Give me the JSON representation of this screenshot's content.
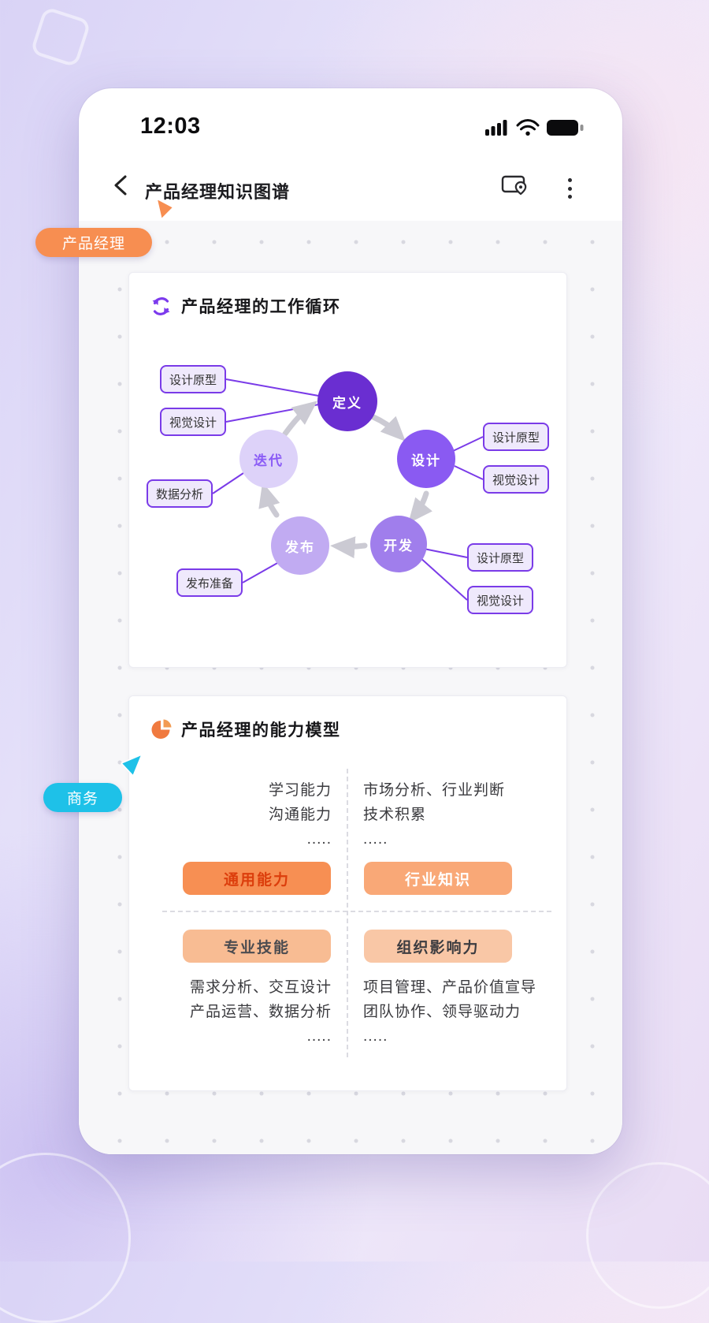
{
  "status_bar": {
    "time": "12:03"
  },
  "nav": {
    "title": "产品经理知识图谱",
    "icons": [
      "back",
      "locate",
      "more"
    ]
  },
  "cursors": {
    "pm": {
      "label": "产品经理",
      "color": "#F78E51"
    },
    "biz": {
      "label": "商务",
      "color": "#1EC1E8"
    }
  },
  "work_cycle_card": {
    "title": "产品经理的工作循环",
    "icon": "cycle-icon",
    "nodes": [
      {
        "label": "定义",
        "color": "#6A2ED1"
      },
      {
        "label": "设计",
        "color": "#8A5AF2"
      },
      {
        "label": "开发",
        "color": "#A07EEC"
      },
      {
        "label": "发布",
        "color": "#C1ABF2"
      },
      {
        "label": "迭代",
        "color": "#DDD2F9"
      }
    ],
    "tags": [
      {
        "label": "设计原型"
      },
      {
        "label": "视觉设计"
      },
      {
        "label": "数据分析"
      },
      {
        "label": "发布准备"
      },
      {
        "label": "设计原型"
      },
      {
        "label": "视觉设计"
      },
      {
        "label": "设计原型"
      },
      {
        "label": "视觉设计"
      }
    ]
  },
  "ability_card": {
    "title": "产品经理的能力模型",
    "icon": "pie-icon",
    "quadrant_labels": [
      {
        "label": "通用能力",
        "color": "#F78F53"
      },
      {
        "label": "行业知识",
        "color": "#F9A877"
      },
      {
        "label": "专业技能",
        "color": "#F8BC93"
      },
      {
        "label": "组织影响力",
        "color": "#F9C7A6"
      }
    ],
    "top_left_lines": [
      "学习能力",
      "沟通能力",
      "....."
    ],
    "top_right_lines": [
      "市场分析、行业判断",
      "技术积累",
      "....."
    ],
    "bottom_left_lines": [
      "需求分析、交互设计",
      "产品运营、数据分析",
      "....."
    ],
    "bottom_right_lines": [
      "项目管理、产品价值宣导",
      "团队协作、领导驱动力",
      "....."
    ]
  },
  "colors": {
    "canvas_bg": "#F7F7F9",
    "purple_accent": "#7A3BE8",
    "orange_accent": "#F78E51",
    "cyan_accent": "#1EC1E8"
  }
}
